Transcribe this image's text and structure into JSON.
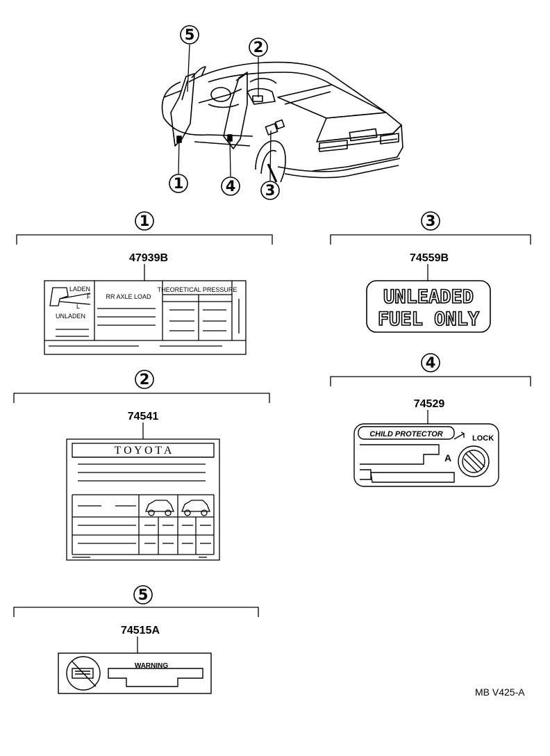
{
  "callouts": {
    "1": "1",
    "2": "2",
    "3": "3",
    "4": "4",
    "5": "5"
  },
  "parts": {
    "p1": "47939B",
    "p2": "74541",
    "p3": "74559B",
    "p4": "74529",
    "p5": "74515A"
  },
  "label1": {
    "laden": "LADEN",
    "unladen": "UNLADEN",
    "f": "F",
    "l": "L",
    "rr_axle": "RR AXLE LOAD",
    "pressure": "THEORETICAL PRESSURE"
  },
  "label2": {
    "brand": "T O Y O T A"
  },
  "label3": {
    "line1": "UNLEADED",
    "line2": "FUEL ONLY"
  },
  "label4": {
    "title": "CHILD PROTECTOR",
    "lock": "LOCK",
    "a": "A"
  },
  "label5": {
    "warning": "WARNING"
  },
  "diagram_code": "MB V425-A"
}
